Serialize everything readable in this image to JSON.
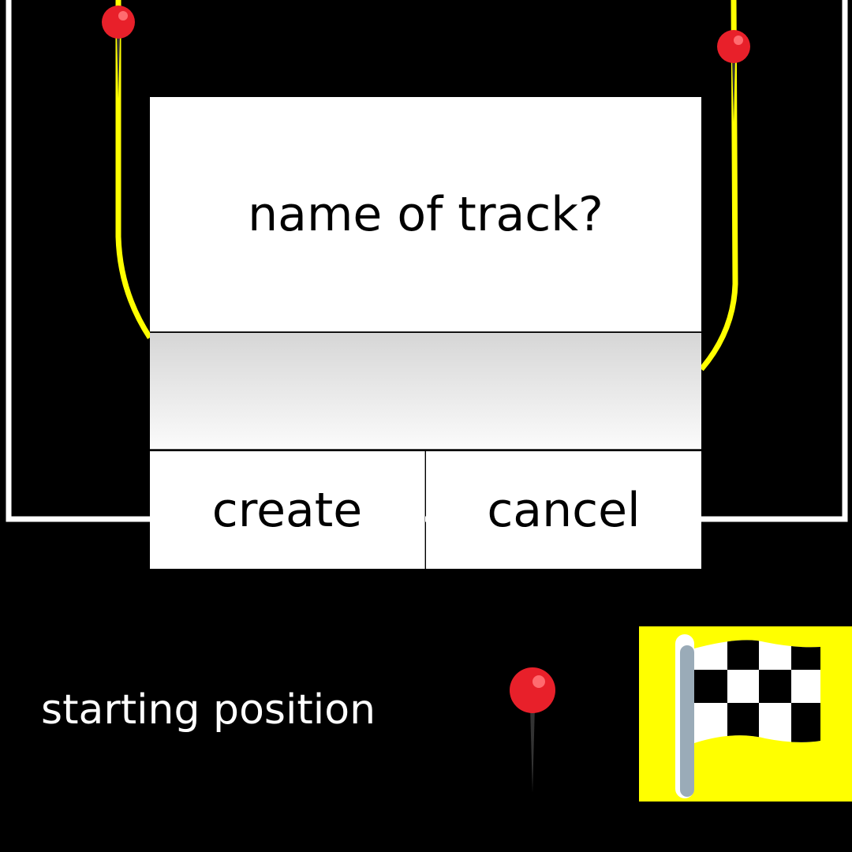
{
  "dialog": {
    "title": "name of track?",
    "input_value": "",
    "create_label": "create",
    "cancel_label": "cancel"
  },
  "toolbar": {
    "starting_position_label": "starting position",
    "pin_icon": "red-pushpin-icon",
    "finish_icon": "checkered-flag-icon"
  },
  "colors": {
    "track": "#ffff00",
    "boundary": "#ffffff",
    "pin": "#e8202a",
    "finish_bg": "#ffff00"
  }
}
